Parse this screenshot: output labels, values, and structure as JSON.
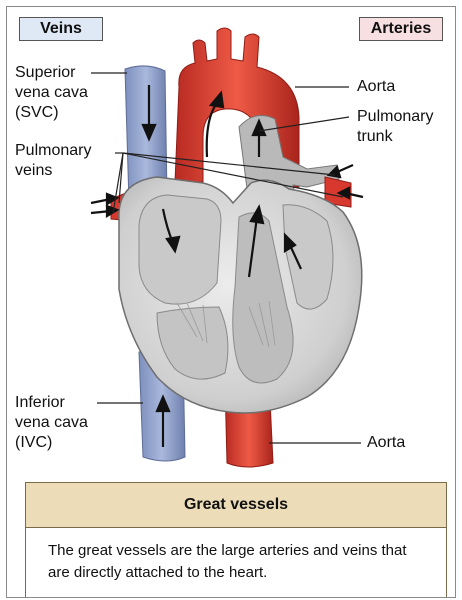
{
  "tags": {
    "veins": "Veins",
    "arteries": "Arteries"
  },
  "labels": {
    "svc": [
      "Superior",
      "vena cava",
      "(SVC)"
    ],
    "pulmonary_veins": [
      "Pulmonary",
      "veins"
    ],
    "aorta_top": "Aorta",
    "pulmonary_trunk": [
      "Pulmonary",
      "trunk"
    ],
    "ivc": [
      "Inferior",
      "vena cava",
      "(IVC)"
    ],
    "aorta_bottom": "Aorta"
  },
  "card": {
    "title": "Great vessels",
    "body": "The great vessels are the large arteries and veins that are directly attached to the heart."
  },
  "colors": {
    "vein_blue": "#8e9fc8",
    "artery_red": "#d8392f",
    "heart_gray": "#d8d8d8",
    "card_header": "#ecdcb8"
  }
}
